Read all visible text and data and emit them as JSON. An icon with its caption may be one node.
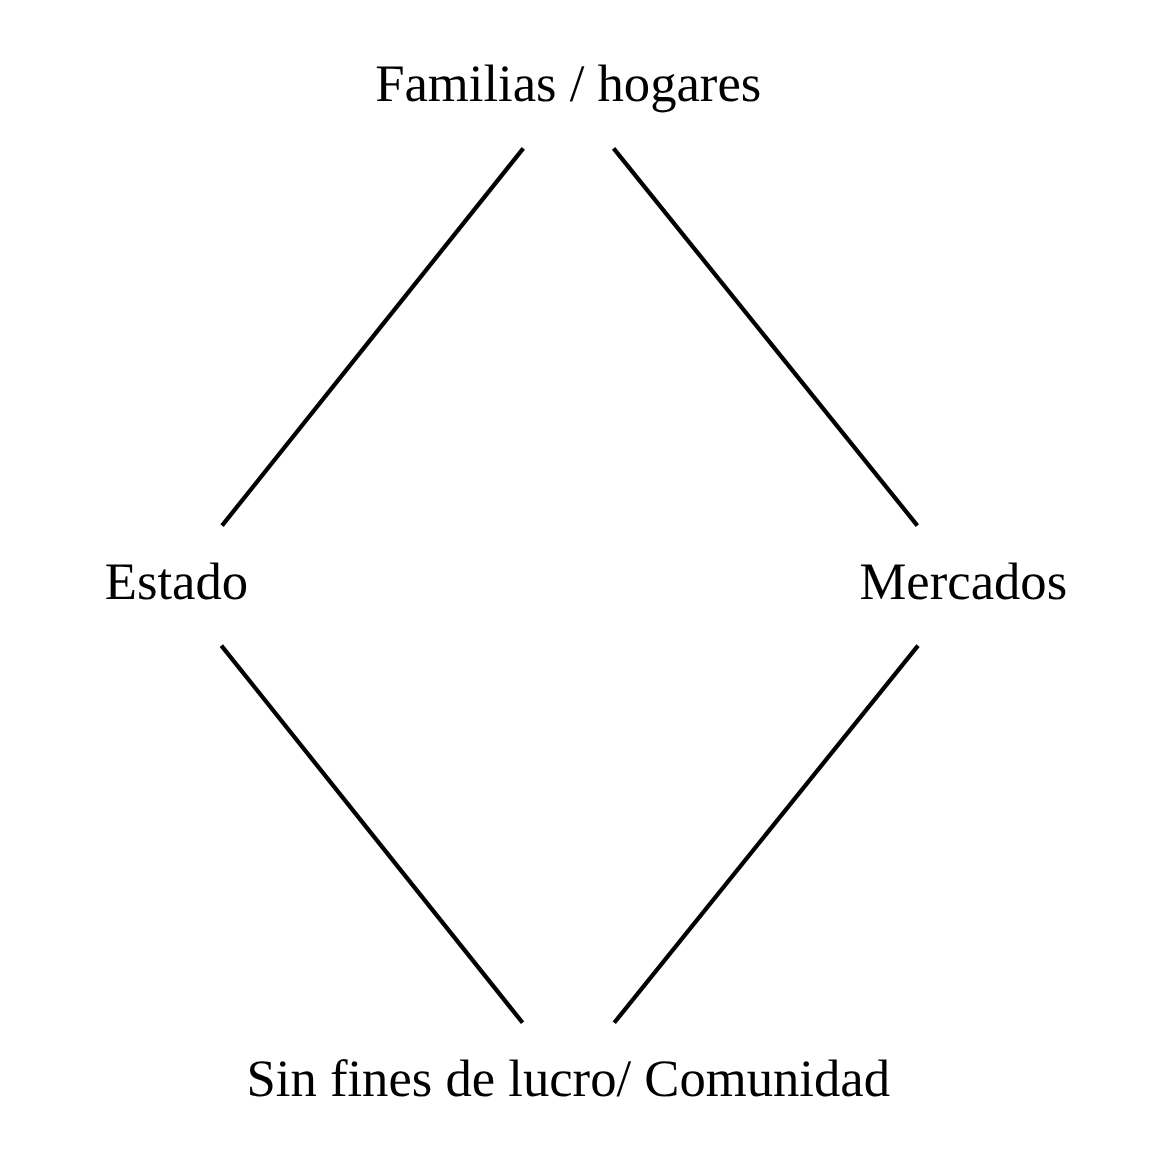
{
  "diagram": {
    "nodes": [
      {
        "text": [
          "Familias / hogares"
        ]
      },
      {
        "text": [
          "Estado"
        ]
      },
      {
        "text": [
          "Mercados"
        ]
      },
      {
        "text": [
          "Sin fines de lucro/ Comunidad"
        ]
      }
    ],
    "edges": [
      {
        "from": 0,
        "to": 2,
        "arrow": "none"
      },
      {
        "from": 2,
        "to": 3,
        "arrow": "none"
      },
      {
        "from": 0,
        "to": 1,
        "arrow": "none"
      },
      {
        "from": 1,
        "to": 3,
        "arrow": "none"
      }
    ]
  }
}
